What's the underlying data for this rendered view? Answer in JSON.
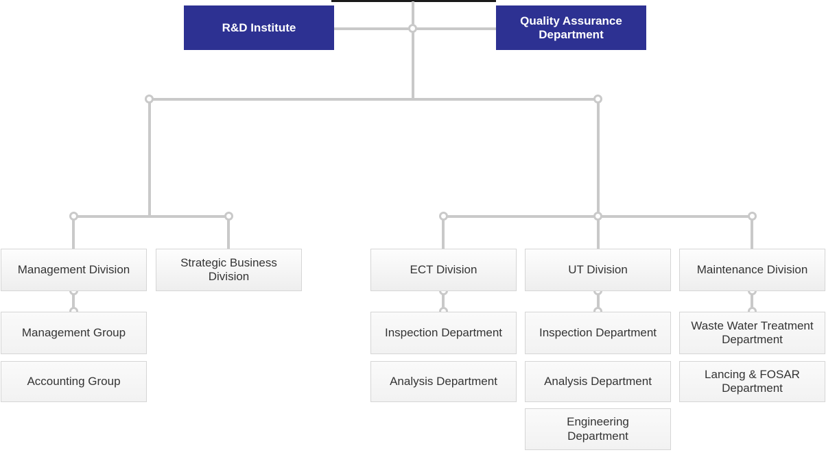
{
  "org_chart": {
    "executive_nodes": [
      {
        "label": "R&D Institute"
      },
      {
        "label": "Quality Assurance Department"
      }
    ],
    "columns": [
      {
        "division": "Management Division",
        "departments": [
          "Management Group",
          "Accounting Group"
        ]
      },
      {
        "division": "Strategic Business Division",
        "departments": []
      },
      {
        "division": "ECT Division",
        "departments": [
          "Inspection Department",
          "Analysis Department"
        ]
      },
      {
        "division": "UT Division",
        "departments": [
          "Inspection Department",
          "Analysis Department",
          "Engineering Department"
        ]
      },
      {
        "division": "Maintenance Division",
        "departments": [
          "Waste Water Treatment Department",
          "Lancing & FOSAR Department"
        ]
      }
    ]
  },
  "colors": {
    "accent_blue": "#2d3192",
    "connector_gray": "#c9c9c9",
    "box_border": "#d5d5d5",
    "text_dark": "#333333",
    "top_edge_dark": "#1a1a1a"
  }
}
